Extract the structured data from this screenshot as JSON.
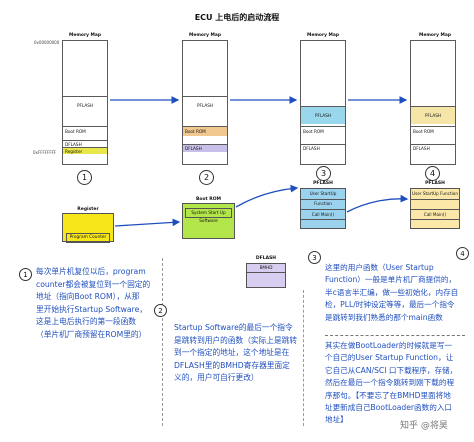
{
  "title": "ECU 上电后的启动流程",
  "memory_map_label": "Memory Map",
  "addr_top": "0x00000000",
  "addr_bottom": "0xFFFFFFFF",
  "maps": [
    {
      "pflash": "PFLASH",
      "boot": "Boot ROM",
      "dflash": "DFLASH",
      "register": "Register"
    },
    {
      "pflash": "PFLASH",
      "boot": "Boot ROM",
      "dflash": "DFLASH"
    },
    {
      "pflash": "PFLASH",
      "boot": "Boot ROM",
      "dflash": "DFLASH"
    },
    {
      "pflash": "PFLASH",
      "boot": "Boot ROM",
      "dflash": "DFLASH"
    }
  ],
  "step_numbers": [
    "1",
    "2",
    "3",
    "4"
  ],
  "register_box": {
    "title": "Register",
    "content": "Program Counter"
  },
  "bootrom_box": {
    "title": "Boot ROM",
    "content": "System Start Up Software"
  },
  "pflash3_box": {
    "title": "PFLASH",
    "func": "User StartUp Function",
    "main": "Call Main()"
  },
  "pflash4_box": {
    "title": "PFLASH",
    "func": "User StartUp Function",
    "main": "Call Main()"
  },
  "dflash_box": {
    "title": "DFLASH",
    "content": "BMHD"
  },
  "text_left_marker": "1",
  "text_left": [
    "每次单片机复位以后，program",
    "counter都会被复位到一个固定的",
    "地址（指向Boot ROM），从那",
    "里开始执行Startup Software，",
    "这是上电后执行的第一段函数",
    "（单片机厂商预留在ROM里的）"
  ],
  "text_mid_marker": "2",
  "text_mid": [
    "Startup Software的最后一个指令",
    "是跳转到用户的函数（实际上是跳转",
    "到一个指定的地址，这个地址是在",
    "DFLASH里的BMHD寄存器里面定",
    "义的，用户可自行更改）"
  ],
  "text_right_marker": "3",
  "text_right": [
    "这里的用户函数（User Startup",
    "Function）一般是单片机厂商提供的，",
    "半c语言半汇编，做一些初始化，内存自",
    "检，PLL/时钟设定等等，最后一个指令",
    "是跳转到我们熟悉的那个main函数"
  ],
  "text_right_marker2": "4",
  "text_right2": [
    "其实在做BootLoader的时候就是写一",
    "个自己的User Startup Function，让",
    "它自己从CAN/SCI 口下载程序，存储，",
    "然后在最后一个指令跳转到刚下载的程",
    "序那句。【不要忘了在BMHD里面将地",
    "址更新成自己BootLoader函数的入口",
    "地址】"
  ],
  "watermark": "知乎 @将昊",
  "colors": {
    "register": "#e8e84a",
    "bootrom": "#f0c890",
    "dflash": "#c8c0e8",
    "pflash3": "#99d8ec",
    "pflash4": "#f5e6a8",
    "green": "#b2e64a",
    "yellow": "#f7e619",
    "blue": "#9bd3ee",
    "cream": "#fbe8a8",
    "lilac": "#d8cdf0",
    "arrow": "#1f4fbf"
  }
}
